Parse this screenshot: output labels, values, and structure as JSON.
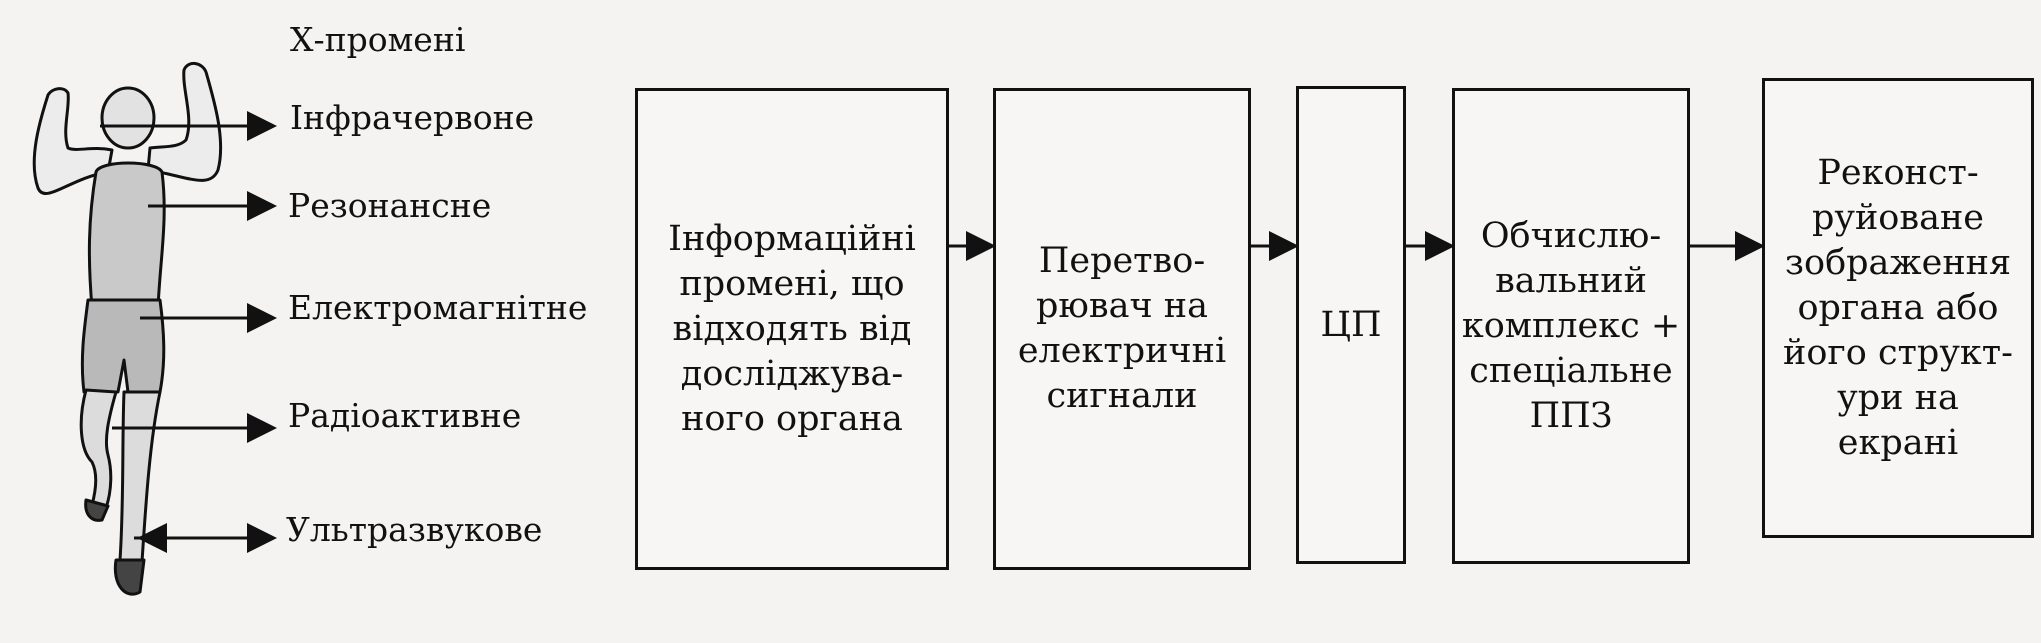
{
  "radiation": {
    "xray": "Х-промені",
    "infrared": "Інфрачервоне",
    "resonance": "Резонансне",
    "electromagnetic": "Електромагнітне",
    "radioactive": "Радіоактивне",
    "ultrasound": "Ультразвукове"
  },
  "flow": {
    "info_rays": "Інформаційні\nпромені, що\nвідходять від\nдосліджува-\nного органа",
    "converter": "Перетво-\nрювач на\nелектричні\nсигнали",
    "cpu": "ЦП",
    "computing": "Обчислю-\nвальний\nкомплекс +\nспеціальне\nППЗ",
    "reconstructed": "Реконст-\nруйоване\nзображення\nоргана або\nйого структ-\nури на\nекрані"
  }
}
